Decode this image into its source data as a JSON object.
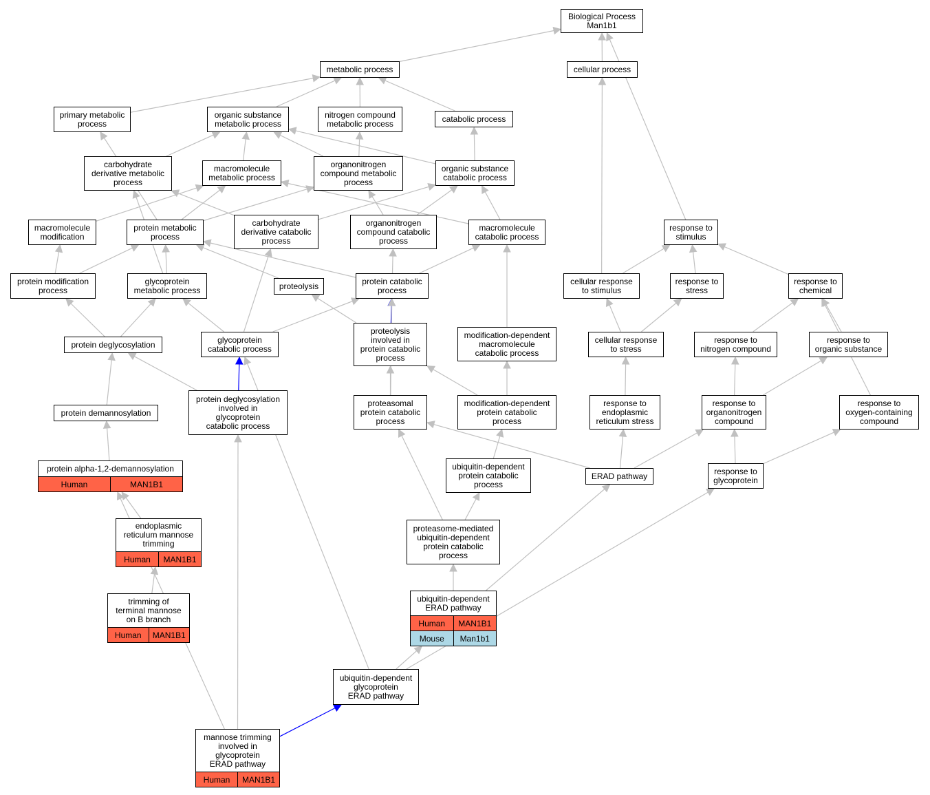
{
  "colors": {
    "human": "#ff6347",
    "mouse": "#add8e6",
    "edge": "#c0c0c0",
    "highlight": "#0000ff"
  },
  "nodes": {
    "bp": {
      "label": "Biological Process\nMan1b1"
    },
    "metabolic": {
      "label": "metabolic process"
    },
    "cellular": {
      "label": "cellular process"
    },
    "primary_met": {
      "label": "primary metabolic\nprocess"
    },
    "org_sub_met": {
      "label": "organic substance\nmetabolic process"
    },
    "nitro_met": {
      "label": "nitrogen compound\nmetabolic process"
    },
    "catabolic": {
      "label": "catabolic process"
    },
    "carb_deriv_met": {
      "label": "carbohydrate\nderivative metabolic\nprocess"
    },
    "macro_met": {
      "label": "macromolecule\nmetabolic process"
    },
    "orgnitro_met": {
      "label": "organonitrogen\ncompound metabolic\nprocess"
    },
    "org_sub_cat": {
      "label": "organic substance\ncatabolic process"
    },
    "macro_mod": {
      "label": "macromolecule\nmodification"
    },
    "protein_met": {
      "label": "protein metabolic\nprocess"
    },
    "carb_deriv_cat": {
      "label": "carbohydrate\nderivative catabolic\nprocess"
    },
    "orgnitro_cat": {
      "label": "organonitrogen\ncompound catabolic\nprocess"
    },
    "macro_cat": {
      "label": "macromolecule\ncatabolic process"
    },
    "resp_stim": {
      "label": "response to\nstimulus"
    },
    "protein_mod": {
      "label": "protein modification\nprocess"
    },
    "glycoprotein_met": {
      "label": "glycoprotein\nmetabolic process"
    },
    "proteolysis": {
      "label": "proteolysis"
    },
    "protein_cat": {
      "label": "protein catabolic\nprocess"
    },
    "cell_resp_stim": {
      "label": "cellular response\nto stimulus"
    },
    "resp_stress": {
      "label": "response to\nstress"
    },
    "resp_chem": {
      "label": "response to\nchemical"
    },
    "protein_deglyc": {
      "label": "protein deglycosylation"
    },
    "glycoprotein_cat": {
      "label": "glycoprotein\ncatabolic process"
    },
    "proteolysis_inv": {
      "label": "proteolysis\ninvolved in\nprotein catabolic\nprocess"
    },
    "moddep_macro_cat": {
      "label": "modification-dependent\nmacromolecule\ncatabolic process"
    },
    "cell_resp_stress": {
      "label": "cellular response\nto stress"
    },
    "resp_nitro": {
      "label": "response to\nnitrogen compound"
    },
    "resp_org_sub": {
      "label": "response to\norganic substance"
    },
    "protein_demann": {
      "label": "protein demannosylation"
    },
    "protein_deglyc_inv": {
      "label": "protein deglycosylation\ninvolved in\nglycoprotein\ncatabolic process"
    },
    "proteasomal": {
      "label": "proteasomal\nprotein catabolic\nprocess"
    },
    "moddep_protein_cat": {
      "label": "modification-dependent\nprotein catabolic\nprocess"
    },
    "resp_er_stress": {
      "label": "response to\nendoplasmic\nreticulum stress"
    },
    "resp_orgnitro": {
      "label": "response to\norganonitrogen\ncompound"
    },
    "resp_oxygen": {
      "label": "response to\noxygen-containing\ncompound"
    },
    "alpha12": {
      "label": "protein alpha-1,2-demannosylation",
      "rows": [
        [
          "Human",
          "MAN1B1"
        ]
      ]
    },
    "ubdep_protein_cat": {
      "label": "ubiquitin-dependent\nprotein catabolic\nprocess"
    },
    "erad": {
      "label": "ERAD pathway"
    },
    "resp_glycoprotein": {
      "label": "response to\nglycoprotein"
    },
    "er_mannose": {
      "label": "endoplasmic\nreticulum mannose\ntrimming",
      "rows": [
        [
          "Human",
          "MAN1B1"
        ]
      ]
    },
    "proteasome_med": {
      "label": "proteasome-mediated\nubiquitin-dependent\nprotein catabolic\nprocess"
    },
    "trim_terminal": {
      "label": "trimming of\nterminal mannose\non B branch",
      "rows": [
        [
          "Human",
          "MAN1B1"
        ]
      ]
    },
    "ubdep_erad": {
      "label": "ubiquitin-dependent\nERAD pathway",
      "rows": [
        [
          "Human",
          "MAN1B1"
        ],
        [
          "Mouse",
          "Man1b1"
        ]
      ]
    },
    "ubdep_glyco_erad": {
      "label": "ubiquitin-dependent\nglycoprotein\nERAD pathway"
    },
    "mannose_trim": {
      "label": "mannose trimming\ninvolved in\nglycoprotein\nERAD pathway",
      "rows": [
        [
          "Human",
          "MAN1B1"
        ]
      ]
    }
  },
  "edges": [
    [
      "metabolic",
      "bp",
      false
    ],
    [
      "cellular",
      "bp",
      false
    ],
    [
      "resp_stim",
      "bp",
      false
    ],
    [
      "primary_met",
      "metabolic",
      false
    ],
    [
      "org_sub_met",
      "metabolic",
      false
    ],
    [
      "nitro_met",
      "metabolic",
      false
    ],
    [
      "catabolic",
      "metabolic",
      false
    ],
    [
      "carb_deriv_met",
      "org_sub_met",
      false
    ],
    [
      "macro_met",
      "org_sub_met",
      false
    ],
    [
      "orgnitro_met",
      "org_sub_met",
      false
    ],
    [
      "org_sub_cat",
      "org_sub_met",
      false
    ],
    [
      "orgnitro_met",
      "nitro_met",
      false
    ],
    [
      "org_sub_cat",
      "catabolic",
      false
    ],
    [
      "protein_met",
      "primary_met",
      false
    ],
    [
      "macro_mod",
      "macro_met",
      false
    ],
    [
      "protein_met",
      "macro_met",
      false
    ],
    [
      "protein_met",
      "orgnitro_met",
      false
    ],
    [
      "carb_deriv_cat",
      "carb_deriv_met",
      false
    ],
    [
      "carb_deriv_cat",
      "org_sub_cat",
      false
    ],
    [
      "orgnitro_cat",
      "orgnitro_met",
      false
    ],
    [
      "orgnitro_cat",
      "org_sub_cat",
      false
    ],
    [
      "macro_cat",
      "org_sub_cat",
      false
    ],
    [
      "macro_cat",
      "macro_met",
      false
    ],
    [
      "protein_mod",
      "macro_mod",
      false
    ],
    [
      "protein_mod",
      "protein_met",
      false
    ],
    [
      "glycoprotein_met",
      "protein_met",
      false
    ],
    [
      "proteolysis",
      "protein_met",
      false
    ],
    [
      "protein_cat",
      "protein_met",
      false
    ],
    [
      "protein_cat",
      "orgnitro_cat",
      false
    ],
    [
      "protein_cat",
      "macro_cat",
      false
    ],
    [
      "glycoprotein_met",
      "carb_deriv_met",
      false
    ],
    [
      "cell_resp_stim",
      "cellular",
      false
    ],
    [
      "cell_resp_stim",
      "resp_stim",
      false
    ],
    [
      "resp_stress",
      "resp_stim",
      false
    ],
    [
      "resp_chem",
      "resp_stim",
      false
    ],
    [
      "protein_deglyc",
      "protein_mod",
      false
    ],
    [
      "protein_deglyc",
      "glycoprotein_met",
      false
    ],
    [
      "glycoprotein_cat",
      "glycoprotein_met",
      false
    ],
    [
      "glycoprotein_cat",
      "carb_deriv_cat",
      false
    ],
    [
      "glycoprotein_cat",
      "protein_cat",
      false
    ],
    [
      "proteolysis_inv",
      "proteolysis",
      false
    ],
    [
      "proteolysis_inv",
      "protein_cat",
      true
    ],
    [
      "moddep_macro_cat",
      "macro_cat",
      false
    ],
    [
      "cell_resp_stress",
      "cell_resp_stim",
      false
    ],
    [
      "cell_resp_stress",
      "resp_stress",
      false
    ],
    [
      "resp_nitro",
      "resp_chem",
      false
    ],
    [
      "resp_org_sub",
      "resp_chem",
      false
    ],
    [
      "protein_demann",
      "protein_deglyc",
      false
    ],
    [
      "protein_deglyc_inv",
      "protein_deglyc",
      false
    ],
    [
      "protein_deglyc_inv",
      "glycoprotein_cat",
      true
    ],
    [
      "proteasomal",
      "proteolysis_inv",
      false
    ],
    [
      "proteasomal",
      "protein_cat",
      false
    ],
    [
      "moddep_protein_cat",
      "proteolysis_inv",
      false
    ],
    [
      "moddep_protein_cat",
      "moddep_macro_cat",
      false
    ],
    [
      "resp_er_stress",
      "cell_resp_stress",
      false
    ],
    [
      "resp_orgnitro",
      "resp_nitro",
      false
    ],
    [
      "resp_orgnitro",
      "resp_org_sub",
      false
    ],
    [
      "resp_oxygen",
      "resp_chem",
      false
    ],
    [
      "alpha12",
      "protein_demann",
      false
    ],
    [
      "ubdep_protein_cat",
      "moddep_protein_cat",
      false
    ],
    [
      "erad",
      "proteasomal",
      false
    ],
    [
      "erad",
      "resp_er_stress",
      false
    ],
    [
      "erad",
      "resp_orgnitro",
      false
    ],
    [
      "resp_glycoprotein",
      "resp_orgnitro",
      false
    ],
    [
      "resp_glycoprotein",
      "resp_oxygen",
      false
    ],
    [
      "er_mannose",
      "alpha12",
      false
    ],
    [
      "proteasome_med",
      "proteasomal",
      false
    ],
    [
      "proteasome_med",
      "ubdep_protein_cat",
      false
    ],
    [
      "trim_terminal",
      "er_mannose",
      false
    ],
    [
      "ubdep_erad",
      "proteasome_med",
      false
    ],
    [
      "ubdep_erad",
      "erad",
      false
    ],
    [
      "ubdep_glyco_erad",
      "ubdep_erad",
      false
    ],
    [
      "ubdep_glyco_erad",
      "glycoprotein_cat",
      false
    ],
    [
      "ubdep_glyco_erad",
      "resp_glycoprotein",
      false
    ],
    [
      "mannose_trim",
      "ubdep_glyco_erad",
      true
    ],
    [
      "mannose_trim",
      "alpha12",
      false
    ],
    [
      "mannose_trim",
      "protein_deglyc_inv",
      false
    ]
  ]
}
